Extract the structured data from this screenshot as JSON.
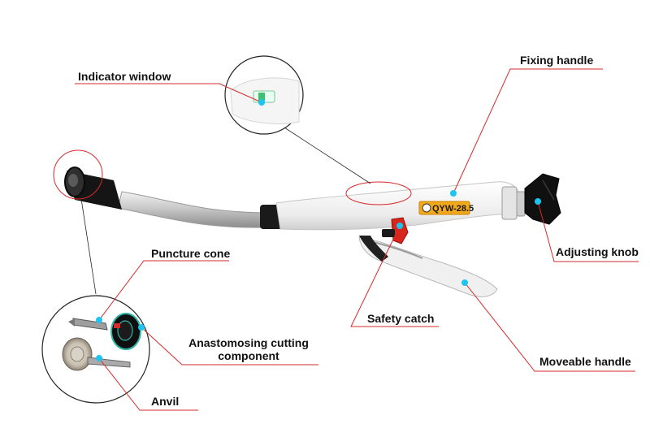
{
  "labels": {
    "indicator_window": "Indicator window",
    "fixing_handle": "Fixing handle",
    "adjusting_knob": "Adjusting knob",
    "puncture_cone": "Puncture cone",
    "anastomosing_line1": "Anastomosing cutting",
    "anastomosing_line2": "component",
    "safety_catch": "Safety catch",
    "moveable_handle": "Moveable handle",
    "anvil": "Anvil"
  },
  "device": {
    "model_badge": "QYW-28.5"
  },
  "colors": {
    "leader_line": "#d62a2a",
    "marker_dot": "#1ec4ee",
    "device_body": "#f4f4f4",
    "badge_bg": "#f2a81d",
    "safety_red": "#d9261c",
    "knob_black": "#111111"
  }
}
